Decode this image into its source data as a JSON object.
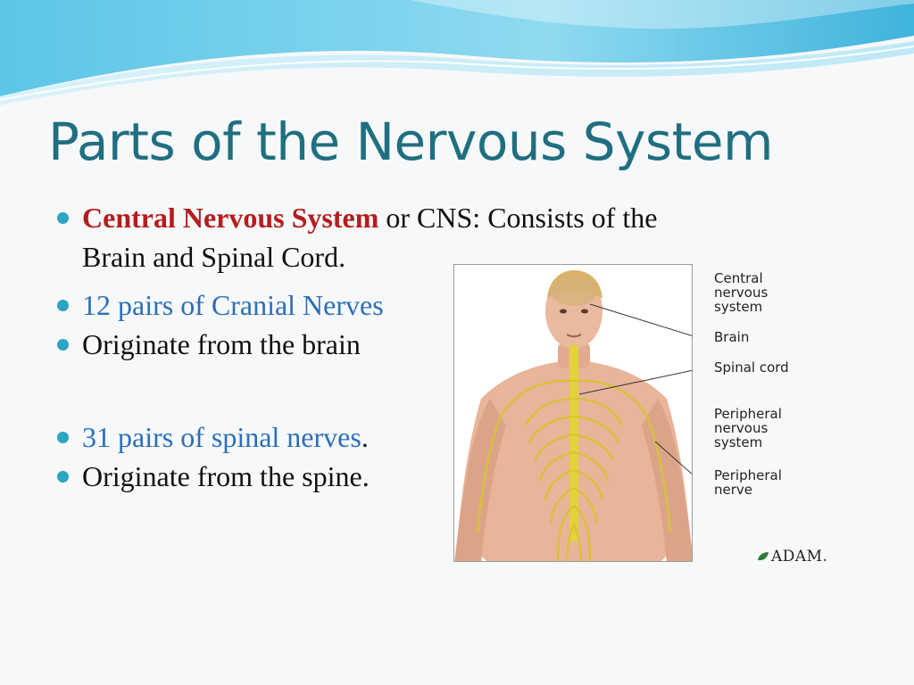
{
  "slide": {
    "title": "Parts of the Nervous System",
    "bullets": {
      "b1_bold": "Central Nervous System",
      "b1_rest_line1": " or CNS: Consists of the",
      "b1_rest_line2": "Brain and Spinal Cord.",
      "b2": "12 pairs of Cranial Nerves",
      "b3": "Originate from the brain",
      "b4_link": "31 pairs of spinal nerves",
      "b4_period": ".",
      "b5": "Originate from the spine."
    },
    "colors": {
      "title": "#1f6f80",
      "bold_red": "#b51d1d",
      "accent_blue": "#2b6fb8",
      "bullet_dot": "#2aa5c2"
    }
  },
  "figure": {
    "labels": {
      "cns": "Central\nnervous\nsystem",
      "brain": "Brain",
      "spinal_cord": "Spinal cord",
      "pns": "Peripheral\nnervous\nsystem",
      "peripheral_nerve": "Peripheral\nnerve"
    },
    "credit": "ADAM."
  }
}
